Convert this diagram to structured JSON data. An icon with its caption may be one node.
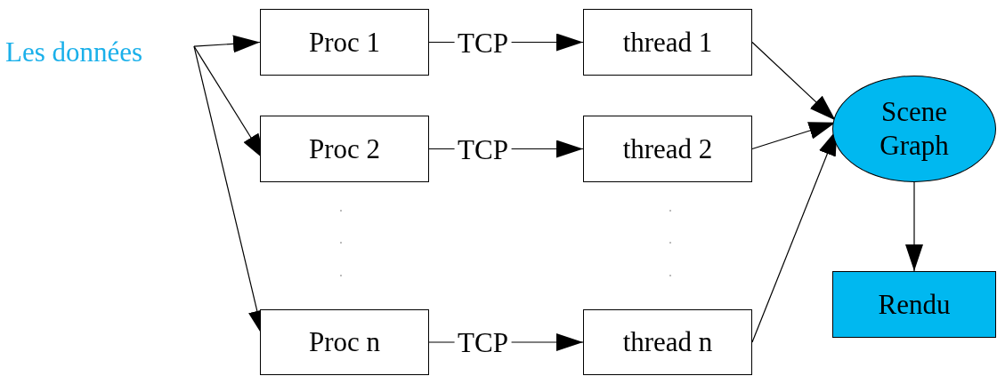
{
  "diagram": {
    "nodes": [
      {
        "text": [
          "Les données"
        ]
      },
      {
        "text": [
          "Proc 1"
        ]
      },
      {
        "text": [
          "thread 1"
        ]
      },
      {
        "text": [
          "Proc 2"
        ]
      },
      {
        "text": [
          "thread 2"
        ]
      },
      {
        "text": [
          "Proc n"
        ]
      },
      {
        "text": [
          "thread n"
        ]
      },
      {
        "text": [
          "Scene Graph"
        ]
      },
      {
        "text": [
          "Rendu"
        ]
      }
    ],
    "edges": [
      {
        "from": 0,
        "to": 1,
        "arrow": "to"
      },
      {
        "from": 0,
        "to": 3,
        "arrow": "to"
      },
      {
        "from": 0,
        "to": 5,
        "arrow": "to"
      },
      {
        "from": 1,
        "to": 2,
        "arrow": "to",
        "label": "TCP"
      },
      {
        "from": 3,
        "to": 4,
        "arrow": "to",
        "label": "TCP"
      },
      {
        "from": 5,
        "to": 6,
        "arrow": "to",
        "label": "TCP"
      },
      {
        "from": 2,
        "to": 7,
        "arrow": "to"
      },
      {
        "from": 4,
        "to": 7,
        "arrow": "to"
      },
      {
        "from": 6,
        "to": 7,
        "arrow": "to"
      },
      {
        "from": 7,
        "to": 8,
        "arrow": "to"
      }
    ]
  }
}
